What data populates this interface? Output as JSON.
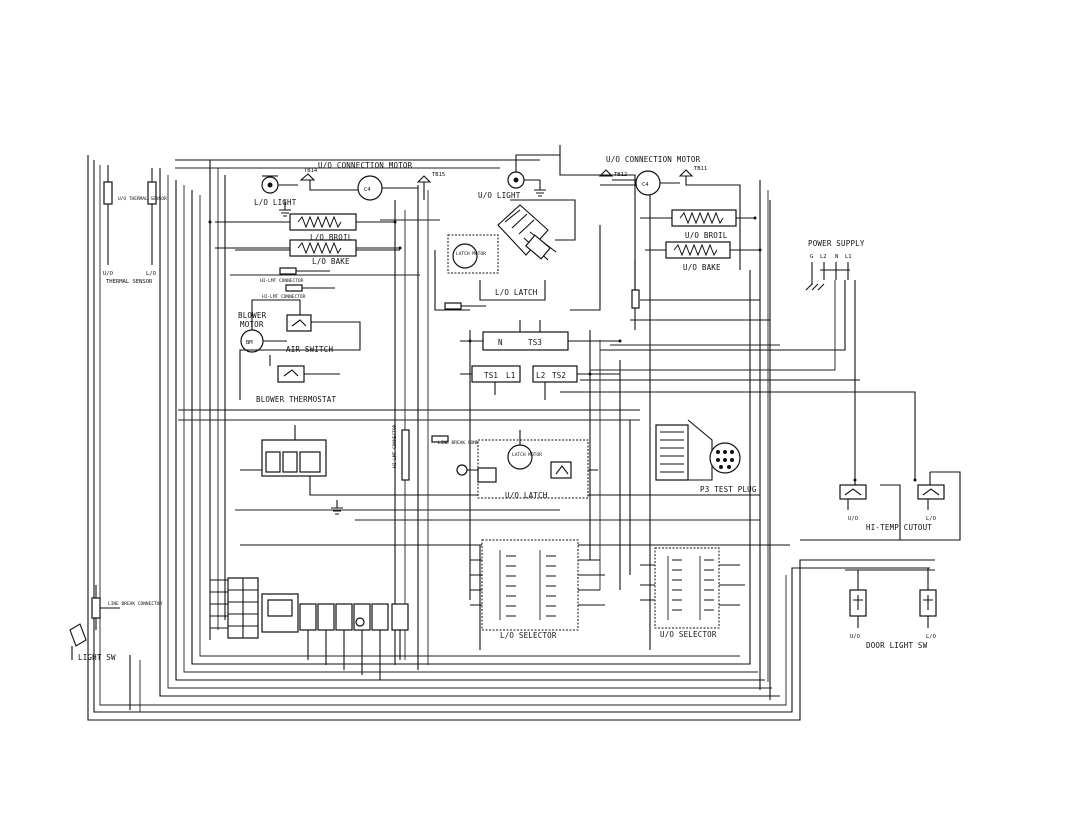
{
  "labels": {
    "uo_conv_motor_left": "U/O CONNECTION MOTOR",
    "uo_conv_motor_right": "U/O CONNECTION MOTOR",
    "lo_light": "L/O LIGHT",
    "uo_light": "U/O LIGHT",
    "lo_broil": "L/O BROIL",
    "lo_bake": "L/O BAKE",
    "uo_broil": "U/O BROIL",
    "uo_bake": "U/O BAKE",
    "power_supply": "POWER SUPPLY",
    "ps_g": "G",
    "ps_l2": "L2",
    "ps_n": "N",
    "ps_l1": "L1",
    "blower_motor_1": "BLOWER",
    "blower_motor_2": "MOTOR",
    "air_switch": "AIR SWITCH",
    "blower_thermostat": "BLOWER THERMOSTAT",
    "latch_motor_top": "LATCH MOTOR",
    "lo_latch": "L/O LATCH",
    "uo_latch": "U/O LATCH",
    "latch_motor_mid": "LATCH MOTOR",
    "ts3": "TS3",
    "ts1": "TS1",
    "l1": "L1",
    "l2": "L2",
    "ts2": "TS2",
    "n": "N",
    "p3_test_plug": "P3 TEST PLUG",
    "hi_temp_cutout": "HI-TEMP CUTOUT",
    "hi_temp_uo": "U/O",
    "hi_temp_lo": "L/O",
    "lo_selector": "L/O SELECTOR",
    "uo_selector": "U/O SELECTOR",
    "door_light_sw": "DOOR LIGHT SW",
    "door_uo": "U/O",
    "door_lo": "L/O",
    "light_sw": "LIGHT SW",
    "thermal_sensor_uo": "U/O",
    "thermal_sensor_lo": "L/O",
    "thermal_sensor": "THERMAL SENSOR",
    "tb14": "TB14",
    "tb15": "TB15",
    "tb12": "TB12",
    "tb11": "TB11",
    "hi_lmt_connector_1": "HI-LMT CONNECTOR",
    "hi_lmt_connector_2": "HI-LMT CONNECTOR",
    "line_break_connector": "LINE BREAK CONNECTOR",
    "motor_c4_left": "C4",
    "motor_c4_right": "C4",
    "bm": "BM"
  },
  "icons": {
    "resistor": "zigzag-heater-element",
    "motor": "circle-motor-symbol",
    "ground": "ground-symbol",
    "lamp": "lamp-symbol"
  },
  "colors": {
    "ink": "#111111",
    "paper": "#ffffff"
  }
}
